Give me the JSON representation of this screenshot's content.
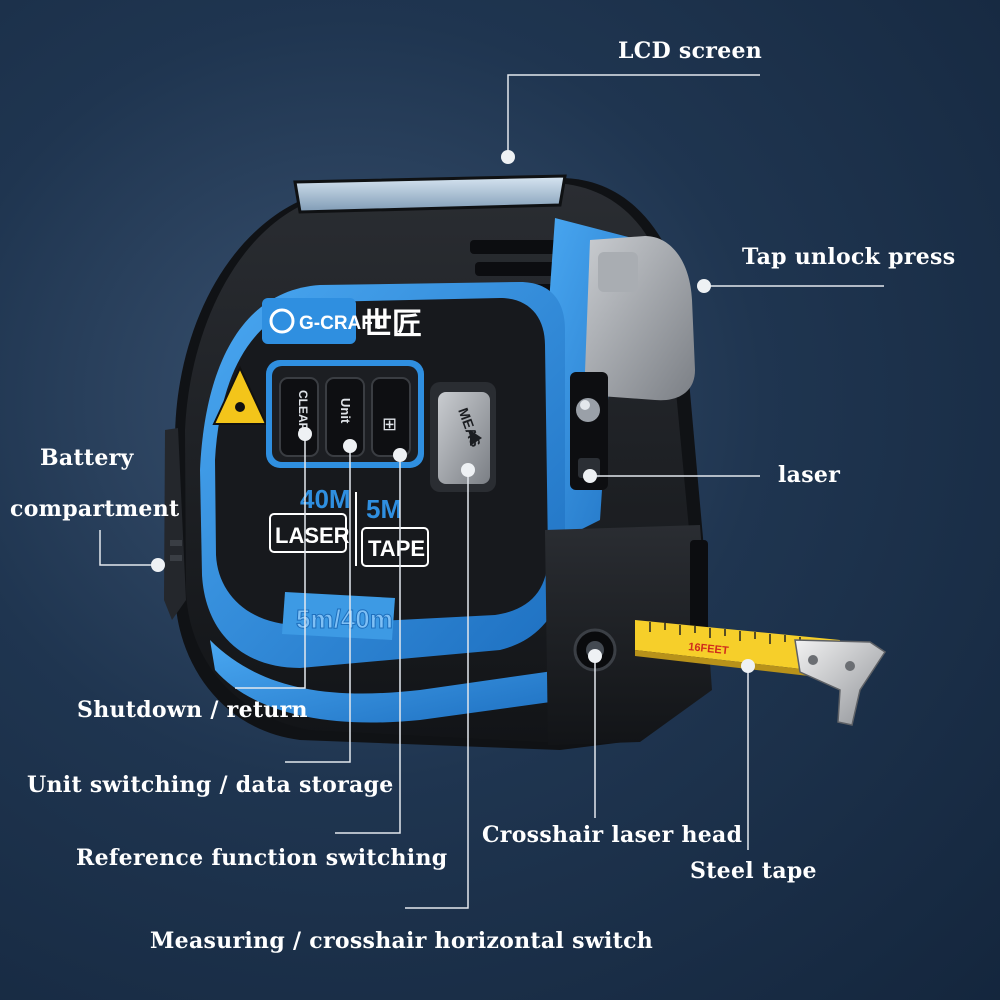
{
  "device": {
    "brand_logo": "G-CRAFT",
    "brand_chinese": "世匠",
    "buttons": {
      "clear": "CLEAR",
      "unit": "Unit",
      "ref": "⊞",
      "meas": "MEAS"
    },
    "laser_range": "40M",
    "laser_word": "LASER",
    "tape_range": "5M",
    "tape_word": "TAPE",
    "model": "5m/40m",
    "tape_print": "16FEET"
  },
  "labels": {
    "lcd_screen": "LCD screen",
    "tap_unlock": "Tap unlock press",
    "laser": "laser",
    "battery_line1": "Battery",
    "battery_line2": "compartment",
    "shutdown": "Shutdown / return",
    "unit_switching": "Unit switching / data storage",
    "reference": "Reference function switching",
    "measuring": "Measuring / crosshair horizontal switch",
    "crosshair": "Crosshair laser head",
    "steel_tape": "Steel tape"
  },
  "colors": {
    "body_blue": "#2f8fe0",
    "body_black": "#1b1d21",
    "tape_yellow": "#f6cf2a",
    "label_white": "#ffffff"
  }
}
